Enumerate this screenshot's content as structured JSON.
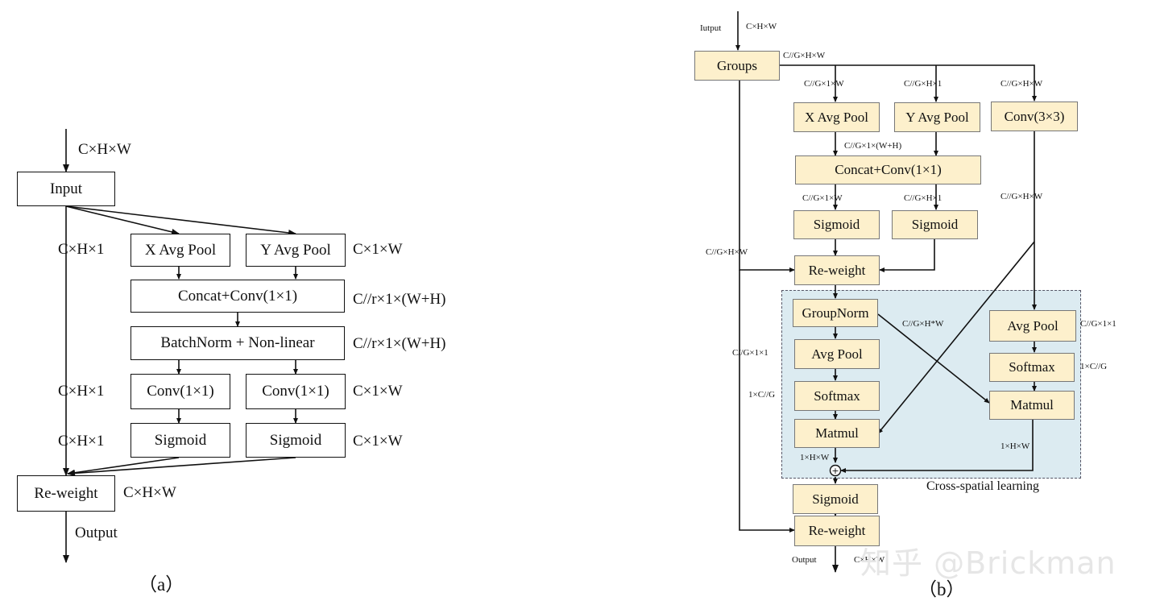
{
  "diagram_a": {
    "caption": "（a）",
    "nodes": {
      "input": "Input",
      "x_avg_pool": "X Avg Pool",
      "y_avg_pool": "Y Avg Pool",
      "concat_conv": "Concat+Conv(1×1)",
      "batchnorm": "BatchNorm + Non-linear",
      "conv_left": "Conv(1×1)",
      "conv_right": "Conv(1×1)",
      "sigmoid_left": "Sigmoid",
      "sigmoid_right": "Sigmoid",
      "reweight": "Re-weight"
    },
    "labels": {
      "in_dim": "C×H×W",
      "x_pool_dim": "C×H×1",
      "y_pool_dim": "C×1×W",
      "concat_dim": "C//r×1×(W+H)",
      "bn_dim": "C//r×1×(W+H)",
      "conv_left_dim": "C×H×1",
      "conv_right_dim": "C×1×W",
      "sig_left_dim": "C×H×1",
      "sig_right_dim": "C×1×W",
      "reweight_dim": "C×H×W",
      "output": "Output"
    }
  },
  "diagram_b": {
    "caption": "（b）",
    "nodes": {
      "groups": "Groups",
      "x_avg_pool": "X Avg Pool",
      "y_avg_pool": "Y Avg Pool",
      "conv3": "Conv(3×3)",
      "concat_conv": "Concat+Conv(1×1)",
      "sigmoid_left": "Sigmoid",
      "sigmoid_right": "Sigmoid",
      "reweight_mid": "Re-weight",
      "groupnorm": "GroupNorm",
      "avg_pool_left": "Avg Pool",
      "softmax_left": "Softmax",
      "matmul_left": "Matmul",
      "avg_pool_right": "Avg Pool",
      "softmax_right": "Softmax",
      "matmul_right": "Matmul",
      "sigmoid_final": "Sigmoid",
      "reweight_final": "Re-weight"
    },
    "labels": {
      "input": "Iutput",
      "in_dim": "C×H×W",
      "groups_dim": "C//G×H×W",
      "x_pool_in": "C//G×1×W",
      "y_pool_in": "C//G×H×1",
      "conv3_in": "C//G×H×W",
      "concat_in": "C//G×1×(W+H)",
      "sig_left_in": "C//G×1×W",
      "sig_right_in": "C//G×H×1",
      "conv3_out": "C//G×H×W",
      "skip": "C//G×H×W",
      "gn_out": "C//G×H*W",
      "avg_left_dim": "C//G×1×1",
      "softmax_left_dim": "1×C//G",
      "avg_right_dim": "C//G×1×1",
      "softmax_right_dim": "1×C//G",
      "matmul_left_dim": "1×H×W",
      "matmul_right_dim": "1×H×W",
      "cross_spatial": "Cross-spatial learning",
      "output": "Output",
      "out_dim": "C×H×W",
      "plus": "+"
    }
  },
  "watermark": "知乎 @Brickman",
  "colors": {
    "node_fill_b": "#fdf0cc",
    "cross_bg": "#dcebf1",
    "line": "#111111"
  }
}
